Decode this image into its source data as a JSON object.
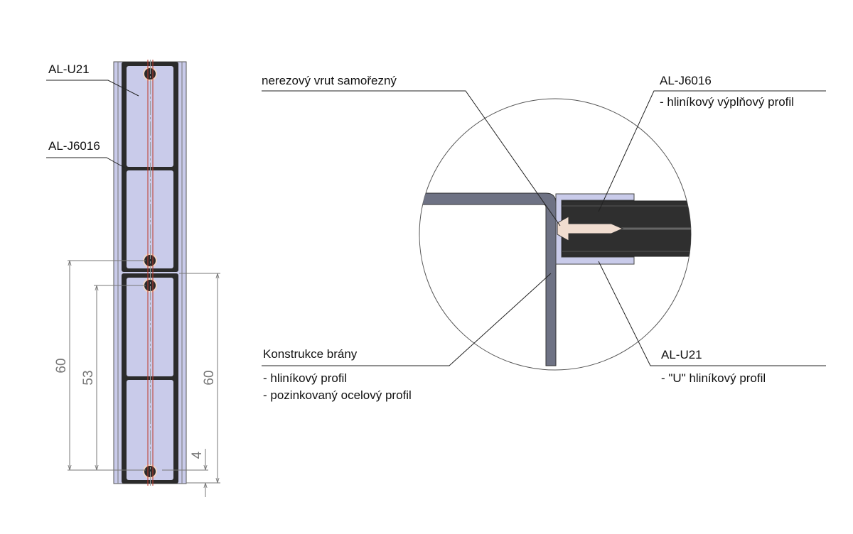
{
  "left_view": {
    "labels": {
      "u21": "AL-U21",
      "j6016": "AL-J6016"
    },
    "dimensions": {
      "outer_pitch_left": "60",
      "screw_pitch": "53",
      "outer_pitch_right": "60",
      "offset": "4"
    }
  },
  "detail_view": {
    "screw": {
      "title": "nerezový vrut samořezný"
    },
    "j6016": {
      "title": "AL-J6016",
      "desc": "- hliníkový výplňový profil"
    },
    "frame": {
      "title": "Konstrukce brány",
      "desc1": "- hliníkový profil",
      "desc2": "- pozinkovaný ocelový profil"
    },
    "u21": {
      "title": "AL-U21",
      "desc": "- \"U\" hliníkový profil"
    }
  },
  "colors": {
    "u_profile": "#c9cbea",
    "fill_profile": "#2b2b2b",
    "steel": "#6e7284",
    "screw": "#f1ddd0",
    "red_axis": "#c0392b"
  }
}
